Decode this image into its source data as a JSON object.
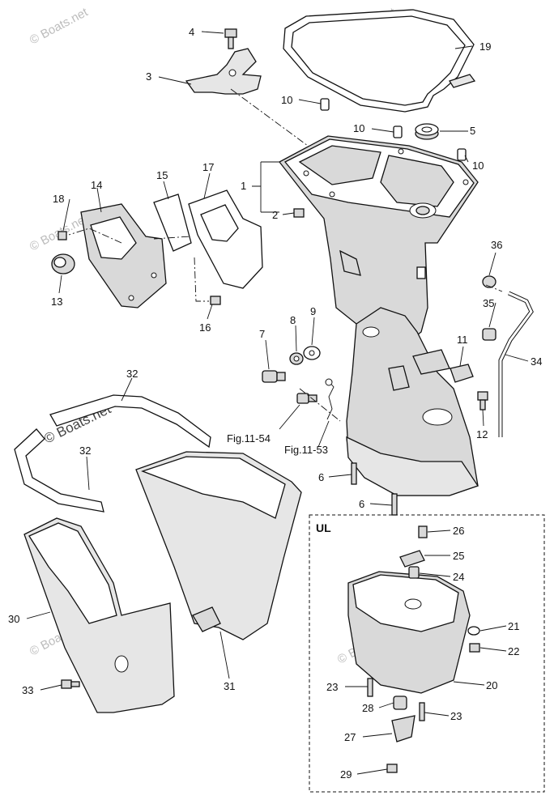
{
  "watermark": "© Boats.net",
  "inset_label": "UL",
  "callouts": {
    "n1": "1",
    "n2": "2",
    "n3": "3",
    "n4": "4",
    "n5": "5",
    "n6a": "6",
    "n6b": "6",
    "n7": "7",
    "n8": "8",
    "n9": "9",
    "n10a": "10",
    "n10b": "10",
    "n10c": "10",
    "n11": "11",
    "n12": "12",
    "n13": "13",
    "n14": "14",
    "n15": "15",
    "n16": "16",
    "n17": "17",
    "n18": "18",
    "n19": "19",
    "n20": "20",
    "n21": "21",
    "n22": "22",
    "n23a": "23",
    "n23b": "23",
    "n24": "24",
    "n25": "25",
    "n26": "26",
    "n27": "27",
    "n28": "28",
    "n29": "29",
    "n30": "30",
    "n31": "31",
    "n32a": "32",
    "n32b": "32",
    "n33": "33",
    "n34": "34",
    "n35": "35",
    "n36": "36"
  },
  "references": {
    "fig_11_54": "Fig.11-54",
    "fig_11_53": "Fig.11-53"
  }
}
